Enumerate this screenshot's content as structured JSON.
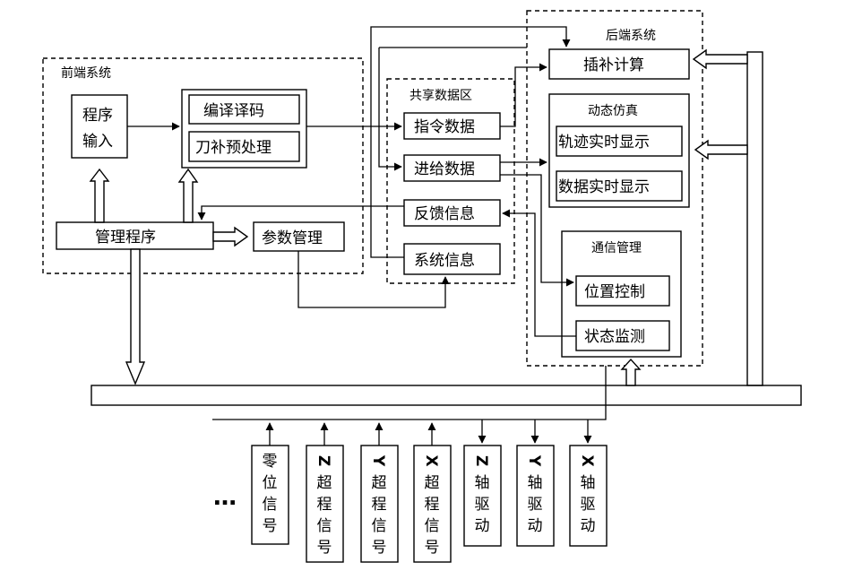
{
  "groups": {
    "front": "前端系统",
    "shared": "共享数据区",
    "back": "后端系统",
    "sim": "动态仿真",
    "comm": "通信管理"
  },
  "boxes": {
    "program_input": [
      "程序",
      "输入"
    ],
    "compile": "编译译码",
    "tool_comp": "刀补预处理",
    "manager": "管理程序",
    "param": "参数管理",
    "cmd_data": "指令数据",
    "feed_data": "进给数据",
    "feedback": "反馈信息",
    "sys_info": "系统信息",
    "interp": "插补计算",
    "track_display": "轨迹实时显示",
    "data_display": "数据实时显示",
    "pos_ctrl": "位置控制",
    "state_mon": "状态监测"
  },
  "bottom_signals": [
    [
      "零",
      "位",
      "信",
      "号"
    ],
    [
      "Z",
      "超",
      "程",
      "信",
      "号"
    ],
    [
      "Y",
      "超",
      "程",
      "信",
      "号"
    ],
    [
      "X",
      "超",
      "程",
      "信",
      "号"
    ],
    [
      "Z",
      "轴",
      "驱",
      "动"
    ],
    [
      "Y",
      "轴",
      "驱",
      "动"
    ],
    [
      "X",
      "轴",
      "驱",
      "动"
    ]
  ],
  "ellipsis": "…"
}
